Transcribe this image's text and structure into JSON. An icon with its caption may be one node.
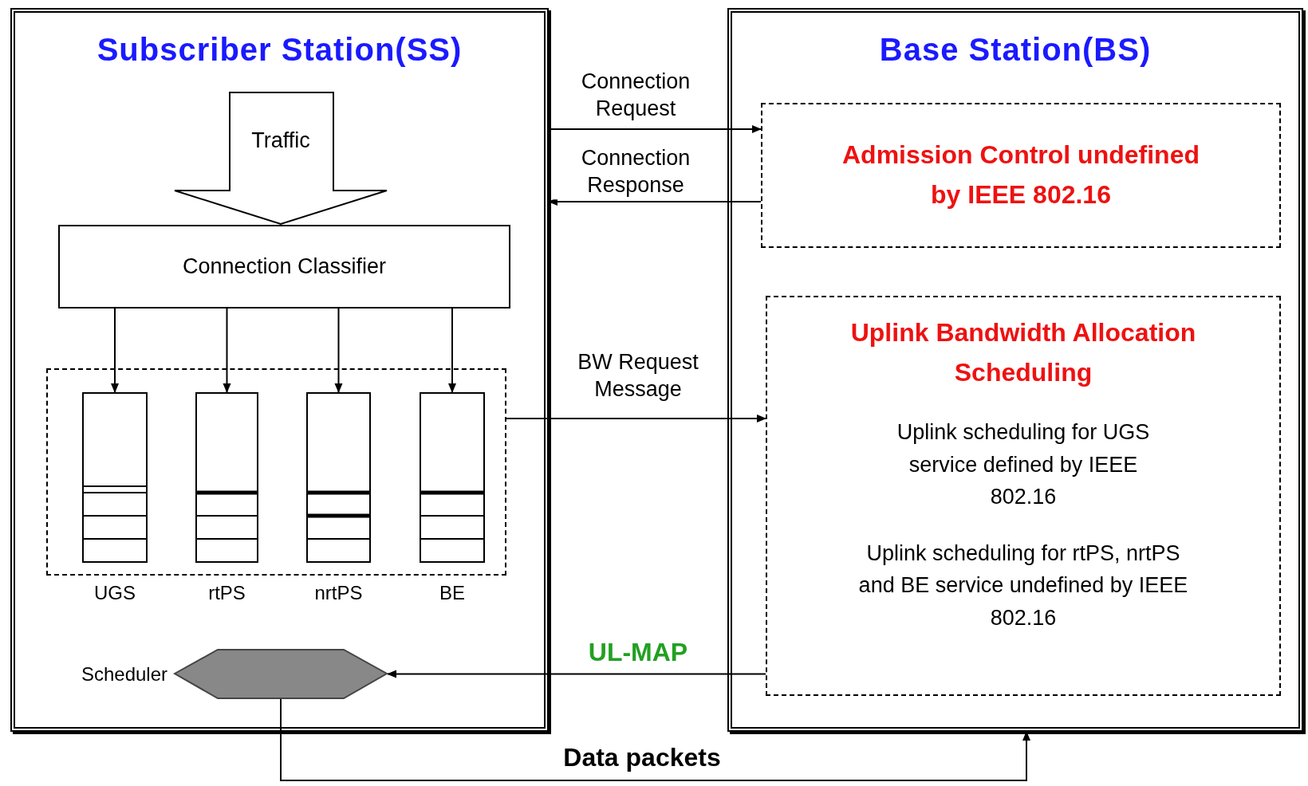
{
  "diagram": {
    "nodes": [
      {
        "text": [
          "Subscriber Station(SS)"
        ]
      },
      {
        "text": [
          "Traffic"
        ],
        "in": 0
      },
      {
        "text": [
          "Connection Classifier"
        ],
        "in": 0
      },
      {
        "text": [],
        "shape": "box",
        "in": 0
      },
      {
        "text": [],
        "shape": "bar",
        "in": 3,
        "beside": [
          "UGS"
        ]
      },
      {
        "text": [],
        "shape": "bar",
        "in": 3,
        "beside": [
          "rtPS"
        ]
      },
      {
        "text": [],
        "shape": "bar",
        "in": 3,
        "beside": [
          "nrtPS"
        ]
      },
      {
        "text": [],
        "shape": "bar",
        "in": 3,
        "beside": [
          "BE"
        ]
      },
      {
        "text": [],
        "shape": "hexagon",
        "in": 0,
        "beside": [
          "Scheduler"
        ]
      },
      {
        "text": [
          "Base Station(BS)"
        ]
      },
      {
        "text": [
          "Admission Control undefined by IEEE 802.16"
        ],
        "in": 9
      },
      {
        "text": [
          "Uplink Bandwidth Allocation Scheduling",
          "Uplink scheduling for UGS service defined by IEEE 802.16",
          "Uplink scheduling for rtPS, nrtPS and BE service undefined by IEEE 802.16"
        ],
        "in": 9
      }
    ],
    "edges": [
      {
        "from": 0,
        "to": 10,
        "arrow": "to",
        "label": "Connection Request"
      },
      {
        "from": 10,
        "to": 0,
        "arrow": "to",
        "label": "Connection Response"
      },
      {
        "from": 2,
        "to": 4,
        "arrow": "to"
      },
      {
        "from": 2,
        "to": 5,
        "arrow": "to"
      },
      {
        "from": 2,
        "to": 6,
        "arrow": "to"
      },
      {
        "from": 2,
        "to": 7,
        "arrow": "to"
      },
      {
        "from": 3,
        "to": 11,
        "arrow": "to",
        "label": "BW Request Message"
      },
      {
        "from": 11,
        "to": 8,
        "arrow": "to",
        "label": "UL-MAP"
      },
      {
        "from": 8,
        "to": 9,
        "arrow": "to",
        "label": "Data packets"
      }
    ]
  }
}
